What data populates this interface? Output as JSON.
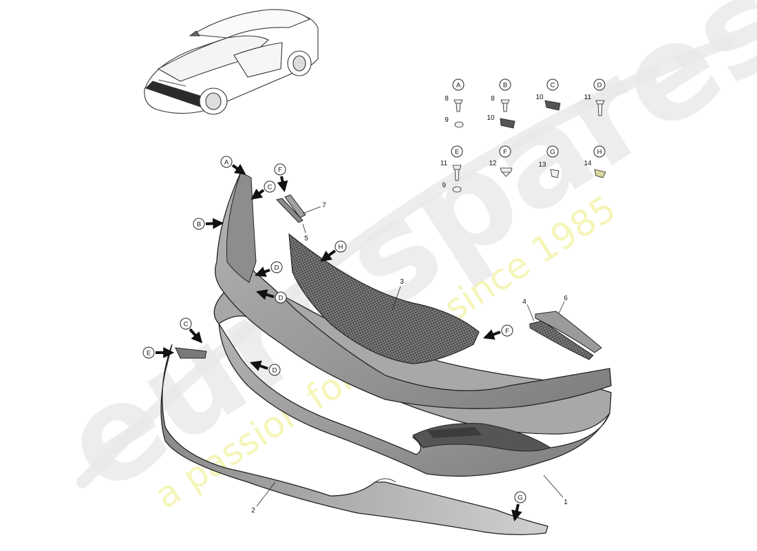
{
  "watermark": {
    "brand": "eurospares",
    "tagline": "a passion for parts since 1985"
  },
  "colors": {
    "part_fill": "#9c9c9c",
    "part_dark": "#6e6e6e",
    "part_light": "#c4c4c4",
    "outline": "#222222",
    "arrow": "#111111",
    "watermark_grey": "#e4e4e4",
    "watermark_yellow": "#f2f2a6"
  },
  "icons": {
    "car": "car-overview-icon",
    "arrow": "pointer-arrow-icon"
  },
  "fastener_legend": [
    {
      "letter": "A",
      "numbers": [
        "8",
        "9"
      ]
    },
    {
      "letter": "B",
      "numbers": [
        "8",
        "10"
      ]
    },
    {
      "letter": "C",
      "numbers": [
        "10"
      ]
    },
    {
      "letter": "D",
      "numbers": [
        "11"
      ]
    },
    {
      "letter": "E",
      "numbers": [
        "11",
        "9"
      ]
    },
    {
      "letter": "F",
      "numbers": [
        "12"
      ]
    },
    {
      "letter": "G",
      "numbers": [
        "13"
      ]
    },
    {
      "letter": "H",
      "numbers": [
        "14"
      ]
    }
  ],
  "callouts": {
    "A1": "A",
    "C1": "C",
    "F1": "F",
    "B1": "B",
    "D1": "D",
    "D2": "D",
    "H1": "H",
    "F2": "F",
    "C2": "C",
    "E1": "E",
    "D3": "D",
    "G1": "G"
  },
  "part_numbers": {
    "p1": "1",
    "p2": "2",
    "p3": "3",
    "p4": "4",
    "p5": "5",
    "p6": "6",
    "p7": "7"
  }
}
